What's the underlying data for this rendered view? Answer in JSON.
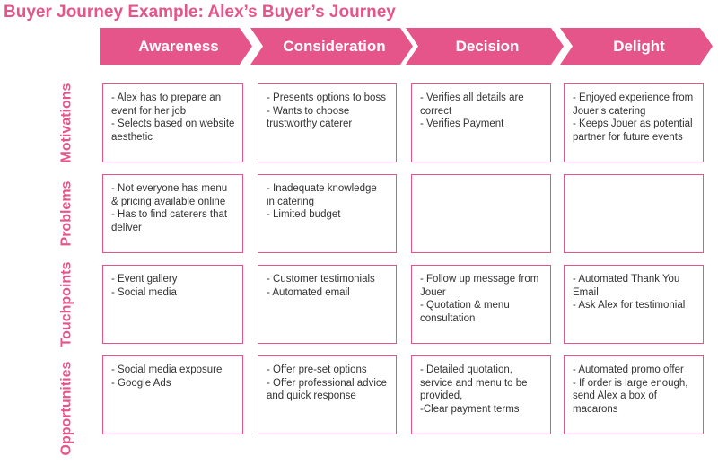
{
  "title": "Buyer Journey Example: Alex’s Buyer’s Journey",
  "accent_color": "#e6558a",
  "stages": [
    "Awareness",
    "Consideration",
    "Decision",
    "Delight"
  ],
  "rows": [
    {
      "label": "Motivations",
      "cells": [
        [
          "- Alex has to prepare an",
          "event for her job",
          "- Selects based on website",
          "aesthetic"
        ],
        [
          "- Presents options to boss",
          "- Wants to choose",
          "trustworthy caterer"
        ],
        [
          "- Verifies all details are",
          "correct",
          "- Verifies Payment"
        ],
        [
          "- Enjoyed experience from",
          "Jouer’s catering",
          "- Keeps Jouer as potential",
          "partner for future events"
        ]
      ]
    },
    {
      "label": "Problems",
      "cells": [
        [
          "- Not everyone has menu",
          "& pricing available online",
          "- Has to find caterers that",
          "deliver"
        ],
        [
          "- Inadequate knowledge",
          "in catering",
          "- Limited budget"
        ],
        [],
        []
      ]
    },
    {
      "label": "Touchpoints",
      "cells": [
        [
          "- Event gallery",
          "- Social media"
        ],
        [
          "- Customer testimonials",
          "- Automated email"
        ],
        [
          "- Follow up message from",
          "Jouer",
          "- Quotation & menu",
          "consultation"
        ],
        [
          "- Automated Thank You",
          "Email",
          "- Ask Alex for testimonial"
        ]
      ]
    },
    {
      "label": "Opportunities",
      "cells": [
        [
          "- Social media exposure",
          "- Google Ads"
        ],
        [
          "- Offer pre-set options",
          "- Offer professional advice",
          "and quick response"
        ],
        [
          "- Detailed quotation,",
          "service and menu to be",
          "provided,",
          "-Clear payment terms"
        ],
        [
          "- Automated promo offer",
          "- If order is large enough,",
          "send Alex a box of",
          "macarons"
        ]
      ]
    }
  ]
}
